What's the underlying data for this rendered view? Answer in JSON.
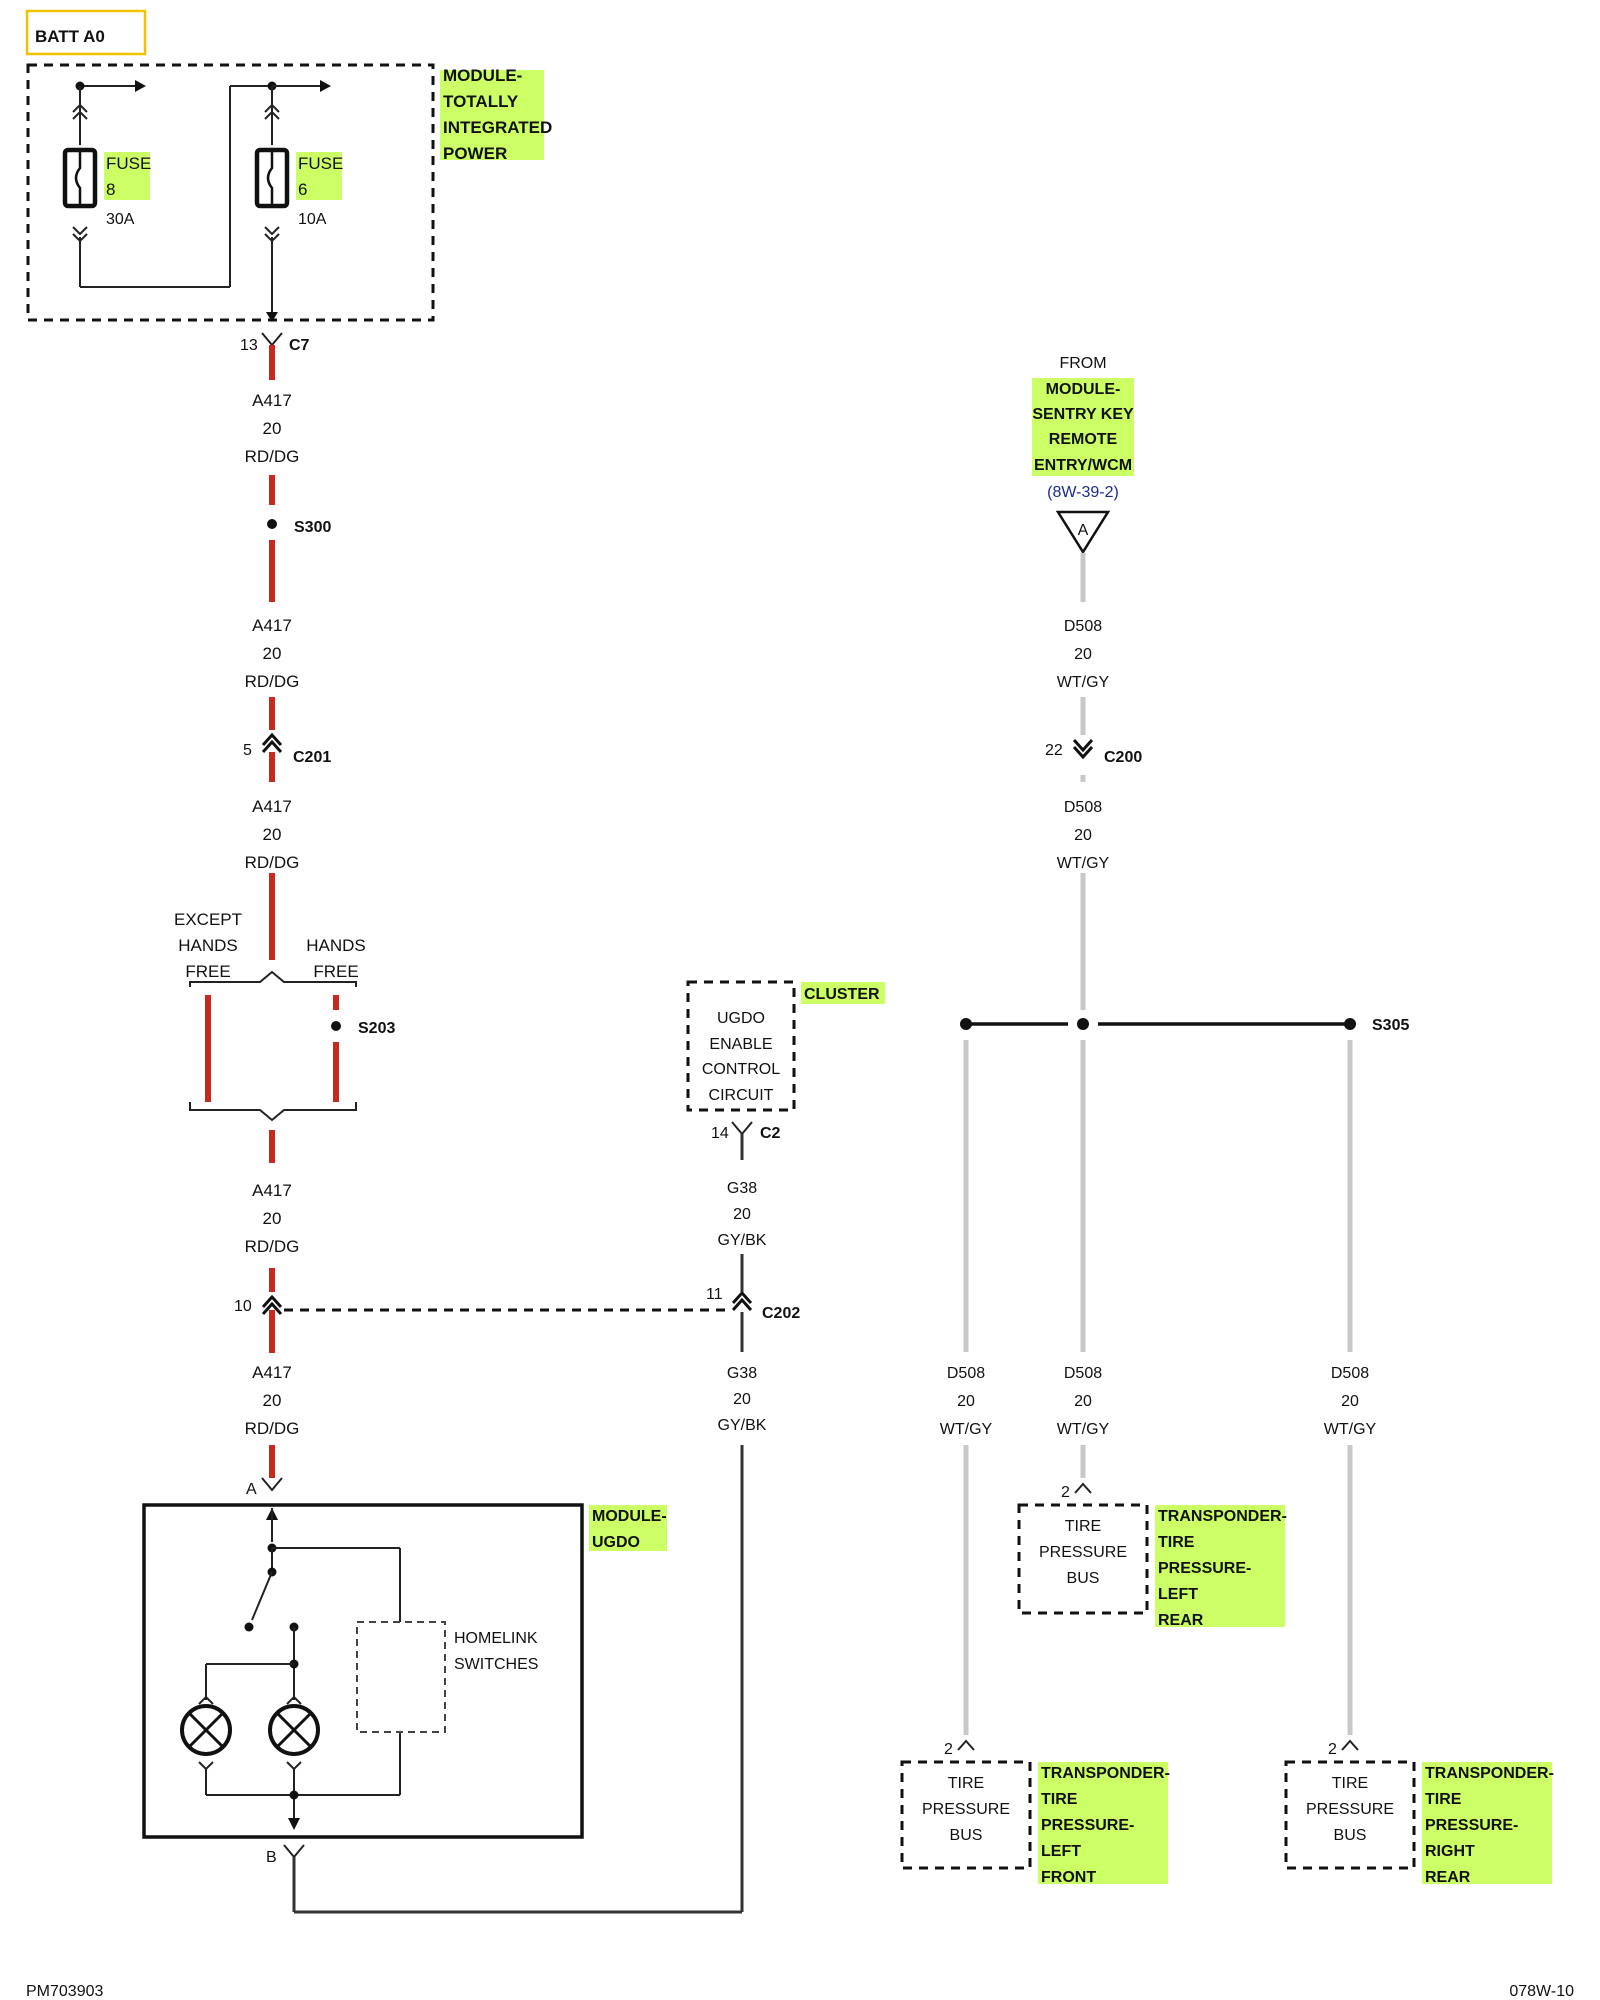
{
  "batt_label": "BATT A0",
  "module_tip": [
    "MODULE-",
    "TOTALLY",
    "INTEGRATED",
    "POWER"
  ],
  "fuse8": {
    "name": "FUSE",
    "num": "8",
    "rating": "30A"
  },
  "fuse6": {
    "name": "FUSE",
    "num": "6",
    "rating": "10A"
  },
  "c7": {
    "pin": "13",
    "name": "C7"
  },
  "wire_a417": {
    "circuit": "A417",
    "gauge": "20",
    "color": "RD/DG"
  },
  "s300": "S300",
  "c201": {
    "pin": "5",
    "name": "C201"
  },
  "except_hands_free": [
    "EXCEPT",
    "HANDS",
    "FREE"
  ],
  "hands_free": [
    "HANDS",
    "FREE"
  ],
  "s203": "S203",
  "c202": {
    "pin_left": "10",
    "pin_right": "11",
    "name": "C202"
  },
  "ugdo_pin_a": "A",
  "ugdo_pin_b": "B",
  "module_ugdo": [
    "MODULE-",
    "UGDO"
  ],
  "homelink": [
    "HOMELINK",
    "SWITCHES"
  ],
  "cluster": {
    "label": "CLUSTER",
    "box": [
      "UGDO",
      "ENABLE",
      "CONTROL",
      "CIRCUIT"
    ]
  },
  "c2": {
    "pin": "14",
    "name": "C2"
  },
  "wire_g38": {
    "circuit": "G38",
    "gauge": "20",
    "color": "GY/BK"
  },
  "from_label": "FROM",
  "sentry_module": [
    "MODULE-",
    "SENTRY KEY",
    "REMOTE",
    "ENTRY/WCM"
  ],
  "sentry_ref": "(8W-39-2)",
  "connector_a": "A",
  "wire_d508": {
    "circuit": "D508",
    "gauge": "20",
    "color": "WT/GY"
  },
  "c200": {
    "pin": "22",
    "name": "C200"
  },
  "s305": "S305",
  "bus_box": [
    "TIRE",
    "PRESSURE",
    "BUS"
  ],
  "bus_pin": "2",
  "transponder_lr": [
    "TRANSPONDER-",
    "TIRE",
    "PRESSURE-",
    "LEFT",
    "REAR"
  ],
  "transponder_lf": [
    "TRANSPONDER-",
    "TIRE",
    "PRESSURE-",
    "LEFT",
    "FRONT"
  ],
  "transponder_rr": [
    "TRANSPONDER-",
    "TIRE",
    "PRESSURE-",
    "RIGHT",
    "REAR"
  ],
  "footer_left": "PM703903",
  "footer_right": "078W-10"
}
